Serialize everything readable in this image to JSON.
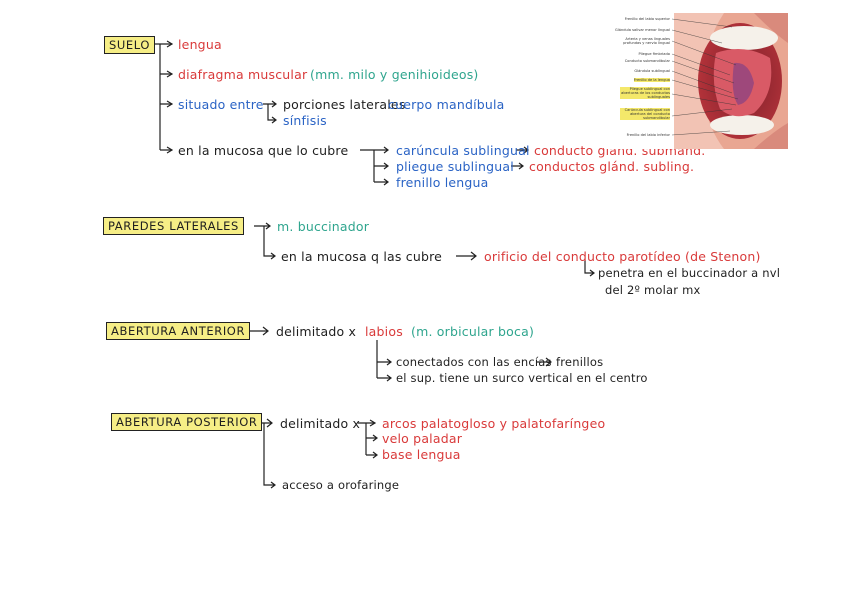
{
  "sections": {
    "suelo": {
      "title": "SUELO",
      "lengua": "lengua",
      "diafragma": "diafragma muscular",
      "diafragma_paren": "(mm. milo y genihioideos)",
      "situado": "situado entre",
      "porciones": "porciones laterales",
      "cuerpo": "cuerpo mandíbula",
      "sinfisis": "sínfisis",
      "mucosa": "en la mucosa que lo cubre",
      "caruncula": "carúncula sublingual",
      "cond_submand": "conducto glánd. submand.",
      "pliegue": "pliegue sublingual",
      "cond_subling": "conductos glánd. subling.",
      "frenillo": "frenillo lengua"
    },
    "paredes": {
      "title": "PAREDES LATERALES",
      "buccinador": "m. buccinador",
      "mucosa": "en la mucosa q las cubre",
      "orificio": "orificio del conducto parotídeo (de Stenon)",
      "penetra1": "penetra en el buccinador a nvl",
      "penetra2": "del 2º molar mx"
    },
    "anterior": {
      "title": "ABERTURA ANTERIOR",
      "delimitado": "delimitado x",
      "labios": "labios",
      "orbicular": "(m. orbicular boca)",
      "conectados": "conectados con las encías",
      "frenillos": "frenillos",
      "surco": "el sup. tiene un surco vertical en el centro"
    },
    "posterior": {
      "title": "ABERTURA POSTERIOR",
      "delimitado": "delimitado x",
      "arcos": "arcos palatogloso y palatofaríngeo",
      "velo": "velo paladar",
      "base": "base lengua",
      "acceso": "acceso a orofaringe"
    }
  },
  "figure": {
    "labels": [
      "Frenillo del labio superior",
      "Glándula salivar menor lingual",
      "Arteria y venas linguales profundas y nervio lingual",
      "Pliegue fimbriado",
      "Conducto submandibular",
      "Glándula sublingual",
      "Frenillo de la lengua",
      "Pliegue sublingual con aberturas de los conductos sublinguales",
      "Carúncula sublingual con abertura del conducto submandibular",
      "Frenillo del labio inferior"
    ]
  }
}
